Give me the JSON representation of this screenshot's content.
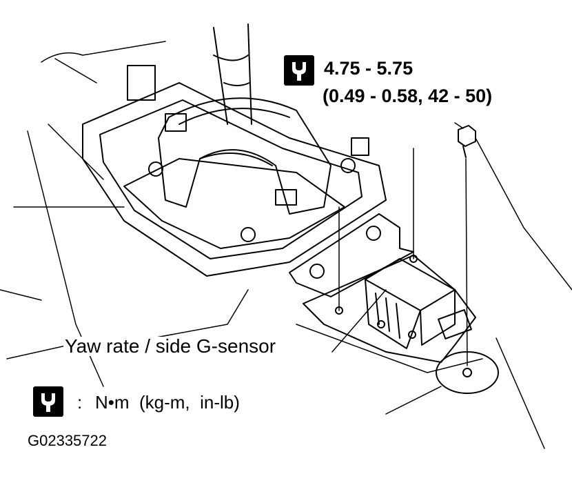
{
  "torque_spec": {
    "value": "4.75 - 5.75",
    "alt_units": "(0.49 - 0.58, 42 - 50)",
    "icon": "torque-wrench-icon"
  },
  "component_label": "Yaw rate / side G-sensor",
  "legend": {
    "icon": "torque-wrench-icon",
    "separator": ":",
    "units": "N•m  (kg-m,  in-lb)"
  },
  "figure_id": "G02335722",
  "colors": {
    "ink": "#000000",
    "paper": "#ffffff"
  }
}
